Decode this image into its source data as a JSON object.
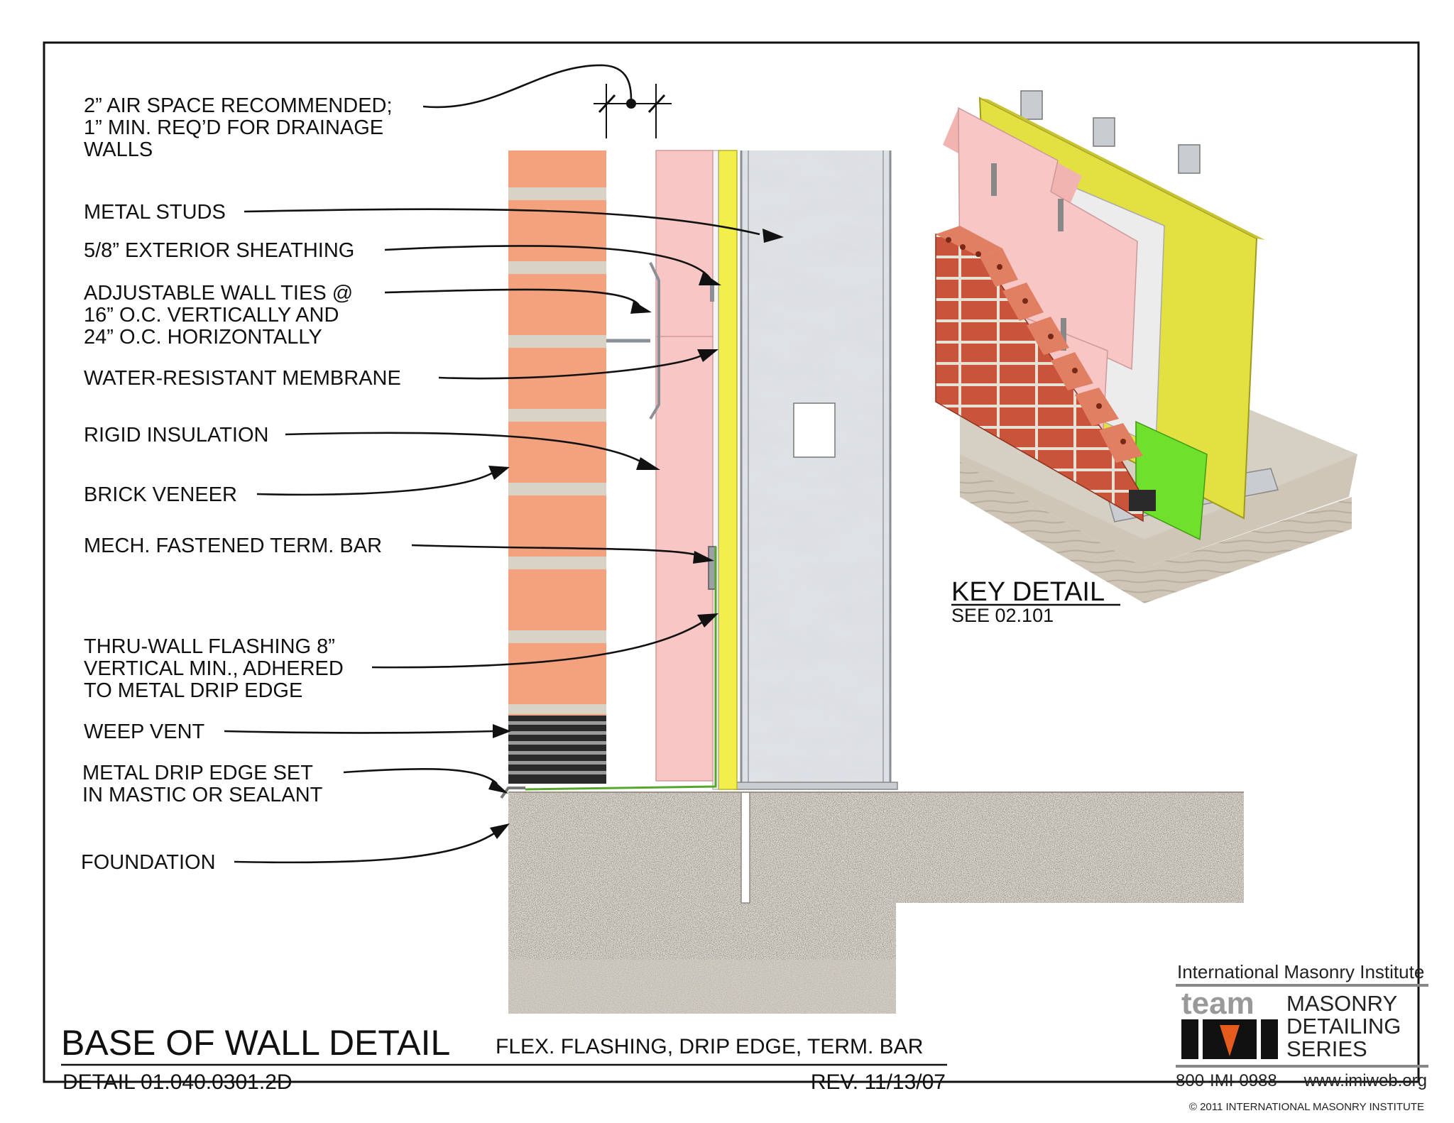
{
  "drawing": {
    "title": "BASE OF WALL DETAIL",
    "subtitle": "FLEX. FLASHING, DRIP EDGE, TERM. BAR",
    "detail_number": "DETAIL 01.040.0301.2D",
    "revision": "REV. 11/13/07"
  },
  "callouts": {
    "air_space": [
      "2” AIR SPACE RECOMMENDED;",
      "1” MIN. REQ’D FOR DRAINAGE",
      "WALLS"
    ],
    "metal_studs": [
      "METAL STUDS"
    ],
    "sheathing": [
      "5/8” EXTERIOR SHEATHING"
    ],
    "wall_ties": [
      "ADJUSTABLE WALL TIES @",
      "16” O.C. VERTICALLY AND",
      "24” O.C. HORIZONTALLY"
    ],
    "membrane": [
      "WATER-RESISTANT MEMBRANE"
    ],
    "insulation": [
      "RIGID INSULATION"
    ],
    "brick": [
      "BRICK VENEER"
    ],
    "term_bar": [
      "MECH. FASTENED TERM. BAR"
    ],
    "flashing": [
      "THRU-WALL FLASHING 8”",
      "VERTICAL MIN., ADHERED",
      "TO METAL DRIP EDGE"
    ],
    "weep_vent": [
      "WEEP VENT"
    ],
    "drip_edge": [
      "METAL DRIP EDGE SET",
      "IN MASTIC OR SEALANT"
    ],
    "foundation": [
      "FOUNDATION"
    ]
  },
  "key_detail": {
    "title": "KEY DETAIL",
    "reference": "SEE 02.101"
  },
  "branding": {
    "organization": "International Masonry Institute",
    "logo_word": "team",
    "logo_letters": "IMI",
    "series": [
      "MASONRY",
      "DETAILING",
      "SERIES"
    ],
    "phone": "800-IMI-0988",
    "website": "www.imiweb.org",
    "copyright": "© 2011 INTERNATIONAL MASONRY INSTITUTE"
  },
  "colors": {
    "brick": "#f4a27d",
    "mortar": "#d9d3c6",
    "insulation": "#f8c6c5",
    "sheathing": "#f2ee4a",
    "stud": "#c9ccd0",
    "concrete": "#d9d4cb",
    "flashing_green": "#6fe02b"
  }
}
